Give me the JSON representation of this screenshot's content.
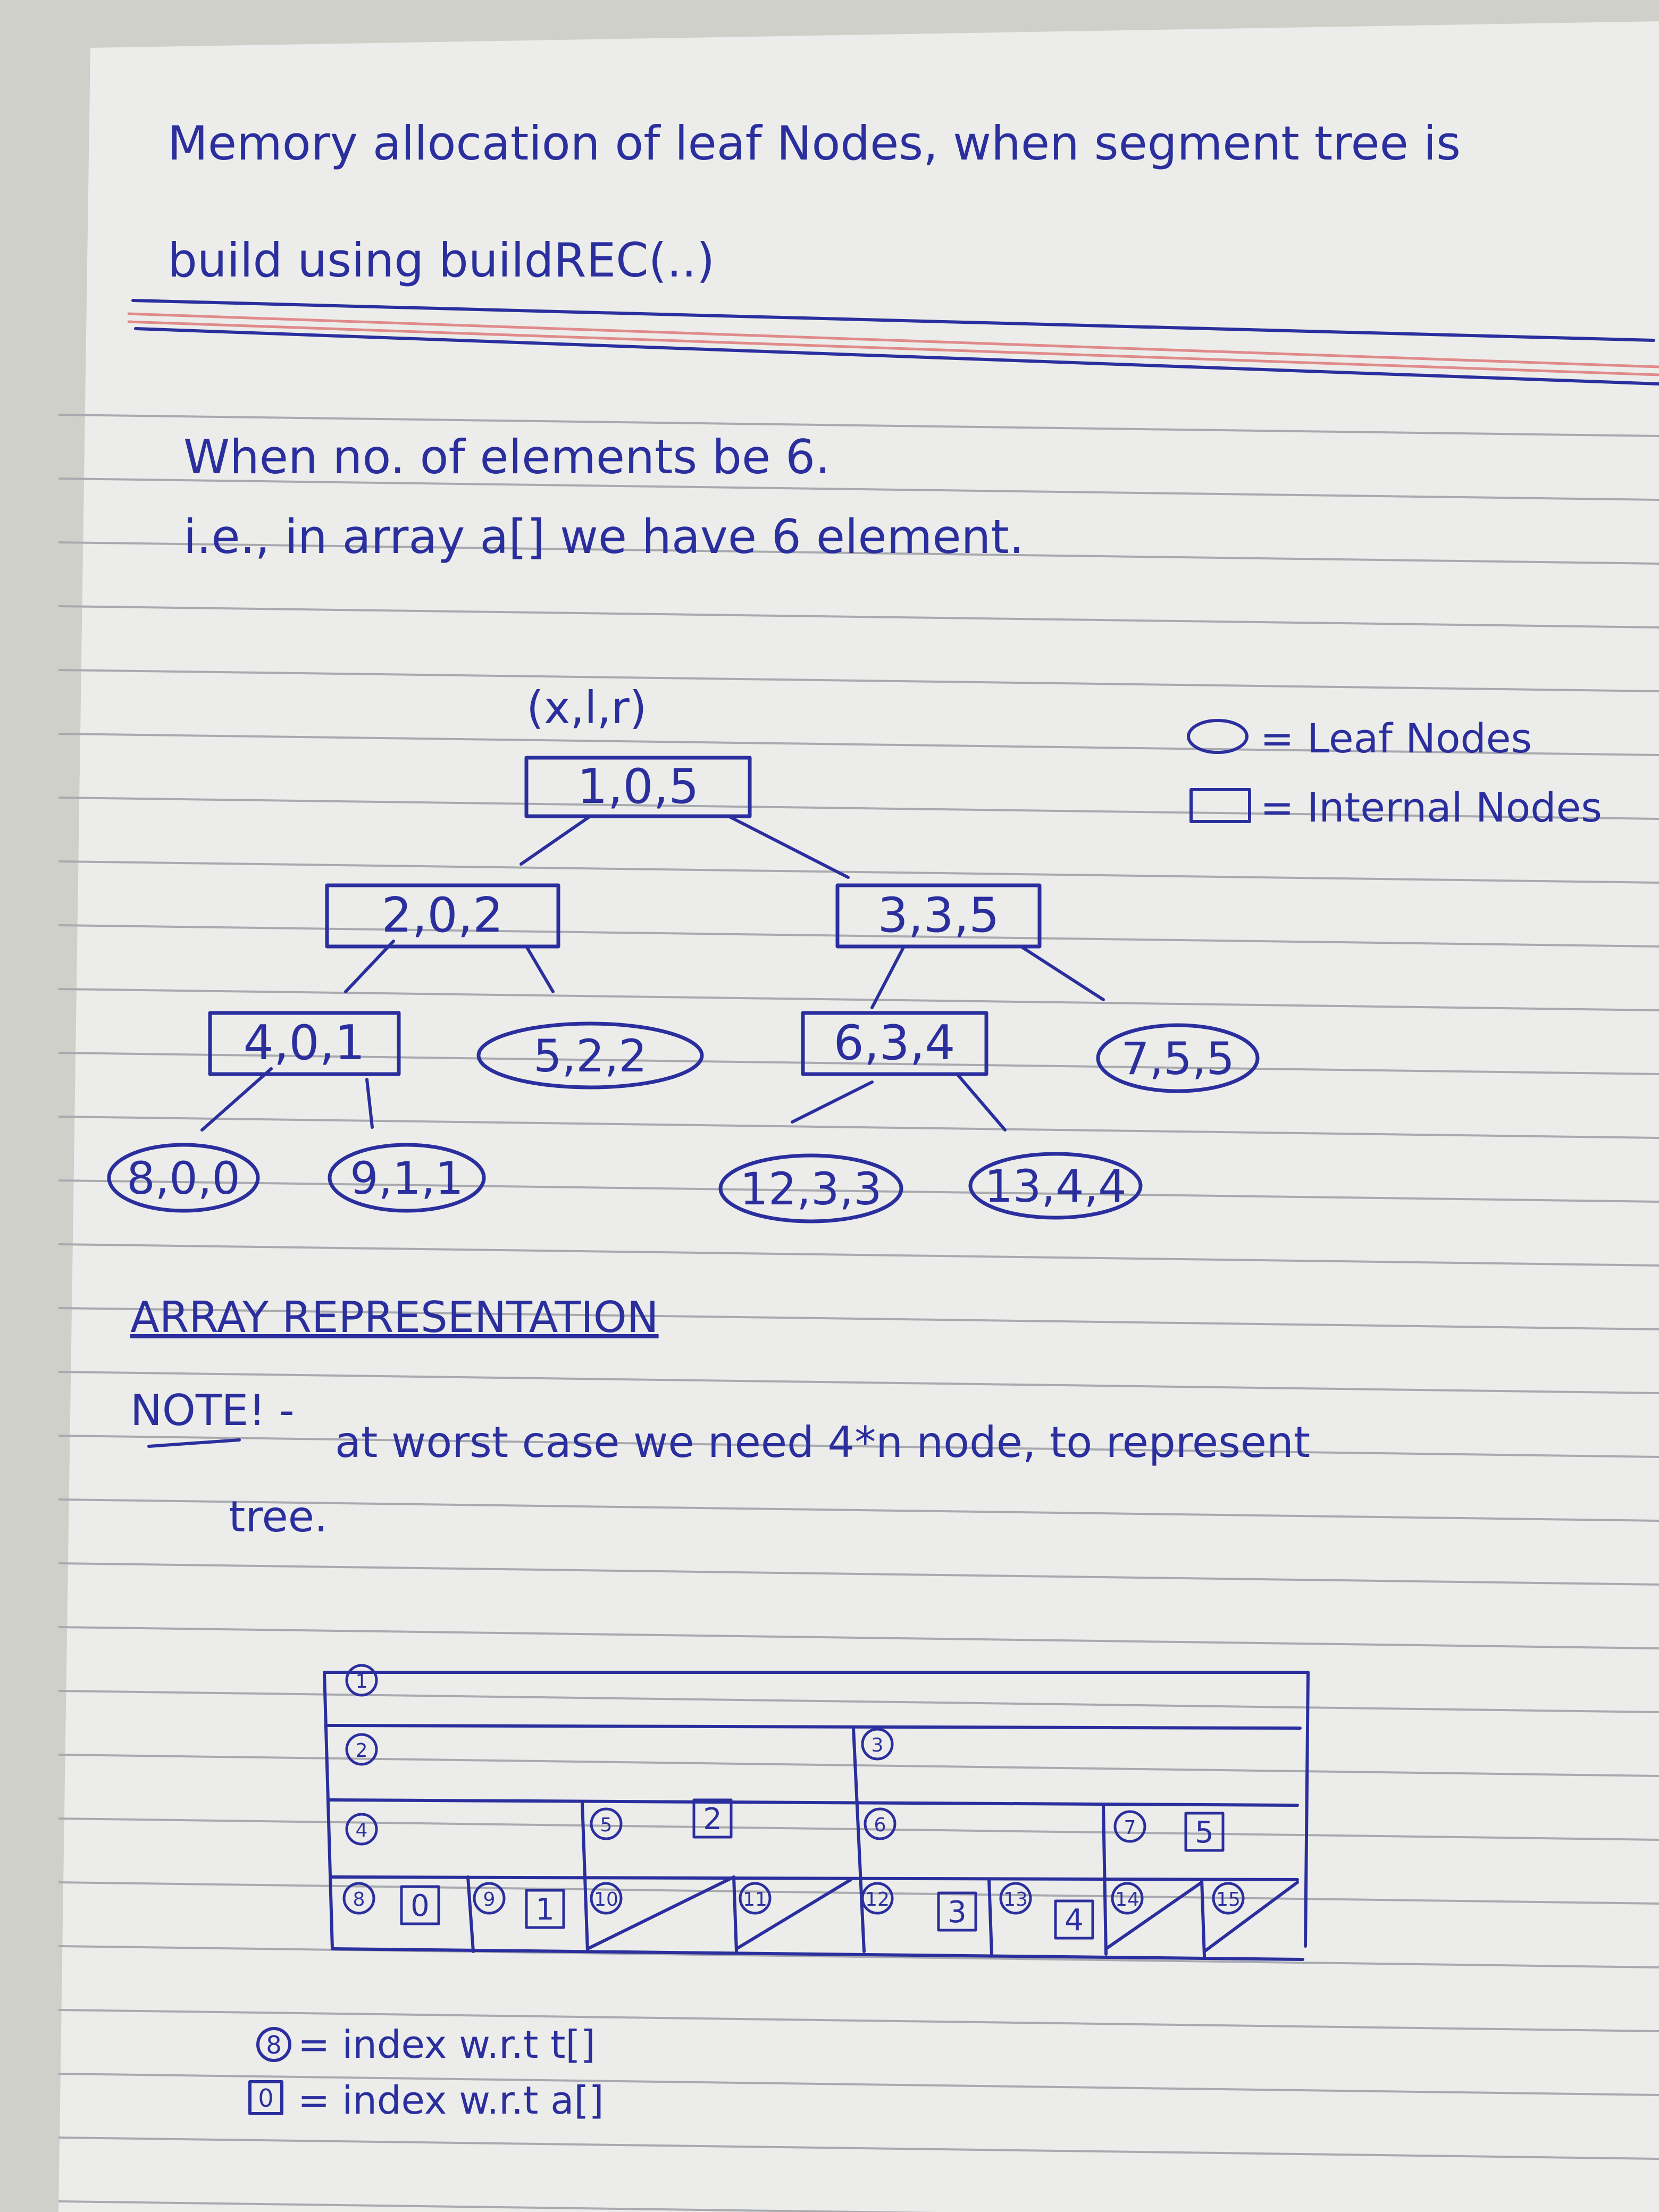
{
  "colors": {
    "background": "#cfd0c9",
    "paper": "#ecedea",
    "ink": "#2b2f9e",
    "ruled_line": "#a9aab0",
    "margin_line": "#e08a8a"
  },
  "heading": {
    "line1": "Memory allocation of leaf Nodes, when segment tree is",
    "line2": "build using buildREC(..)"
  },
  "intro": {
    "line1": "When no. of elements be 6.",
    "line2": "i.e., in array a[] we have 6 element."
  },
  "tree": {
    "format_label": "(x,l,r)",
    "nodes": [
      {
        "label": "1,0,5",
        "type": "internal"
      },
      {
        "label": "2,0,2",
        "type": "internal"
      },
      {
        "label": "3,3,5",
        "type": "internal"
      },
      {
        "label": "4,0,1",
        "type": "internal"
      },
      {
        "label": "5,2,2",
        "type": "leaf"
      },
      {
        "label": "6,3,4",
        "type": "internal"
      },
      {
        "label": "7,5,5",
        "type": "leaf"
      },
      {
        "label": "8,0,0",
        "type": "leaf"
      },
      {
        "label": "9,1,1",
        "type": "leaf"
      },
      {
        "label": "12,3,3",
        "type": "leaf"
      },
      {
        "label": "13,4,4",
        "type": "leaf"
      }
    ]
  },
  "legend": {
    "leaf": "= Leaf Nodes",
    "internal": "= Internal Nodes"
  },
  "array_section": {
    "title": "ARRAY REPRESENTATION",
    "note_label": "NOTE! -",
    "note_text": "at worst case we need 4*n node, to represent",
    "note_text2": "tree."
  },
  "array_grid": {
    "row1": [
      "1"
    ],
    "row2": [
      "2",
      "3"
    ],
    "row3": [
      "4",
      "5",
      "2",
      "6",
      "7",
      "5"
    ],
    "row4_tree_indices": [
      "8",
      "9",
      "10",
      "11",
      "12",
      "13",
      "14",
      "15"
    ],
    "row4_array_indices": [
      "0",
      "1",
      "3",
      "4"
    ]
  },
  "key": {
    "circle": "= index w.r.t t[]",
    "square": "= index w.r.t a[]",
    "circle_sample": "8",
    "square_sample": "0"
  }
}
